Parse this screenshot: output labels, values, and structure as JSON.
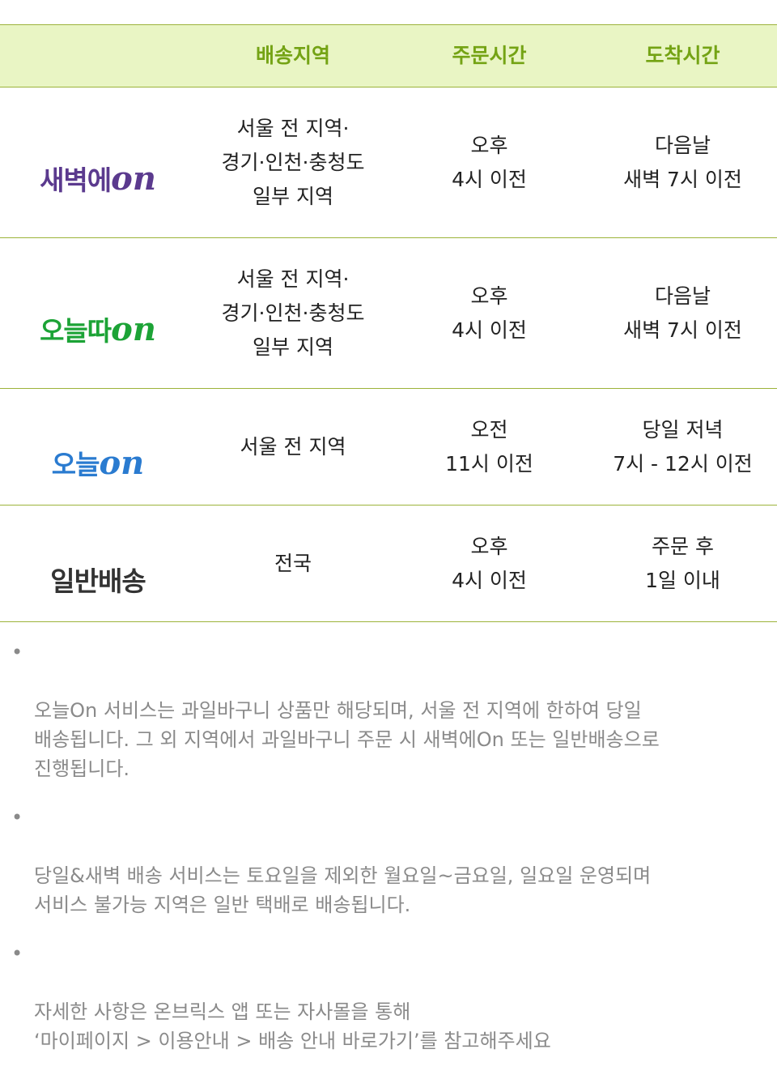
{
  "header": {
    "col0": "",
    "col1": "배송지역",
    "col2": "주문시간",
    "col3": "도착시간"
  },
  "rows": [
    {
      "brand_text": "새벽에",
      "brand_on": "on",
      "brand_color": "#5b3a8e",
      "region": "서울 전 지역·\n경기·인천·충청도\n일부 지역",
      "order_time": "오후\n4시 이전",
      "arrival_time": "다음날\n새벽 7시 이전"
    },
    {
      "brand_text": "오늘따",
      "brand_on": "on",
      "brand_color": "#1ca336",
      "region": "서울 전 지역·\n경기·인천·충청도\n일부 지역",
      "order_time": "오후\n4시 이전",
      "arrival_time": "다음날\n새벽 7시 이전"
    },
    {
      "brand_text": "오늘",
      "brand_on": "on",
      "brand_color": "#2a7bd0",
      "region": "서울 전 지역",
      "order_time": "오전\n11시 이전",
      "arrival_time": "당일 저녁\n7시 - 12시 이전"
    },
    {
      "brand_text": "일반배송",
      "brand_on": "",
      "brand_color": "#333333",
      "region": "전국",
      "order_time": "오후\n4시 이전",
      "arrival_time": "주문 후\n1일 이내"
    }
  ],
  "notes": {
    "bullet": "•",
    "items": [
      "오늘On 서비스는 과일바구니 상품만 해당되며, 서울 전 지역에 한하여 당일\n배송됩니다. 그 외 지역에서 과일바구니 주문 시 새벽에On 또는 일반배송으로\n진행됩니다.",
      "당일&새벽 배송 서비스는 토요일을 제외한 월요일~금요일, 일요일 운영되며\n서비스 불가능 지역은 일반 택배로 배송됩니다.",
      "자세한 사항은 온브릭스 앱 또는 자사몰을 통해\n‘마이페이지 > 이용안내 > 배송 안내 바로가기’를 참고해주세요"
    ]
  }
}
